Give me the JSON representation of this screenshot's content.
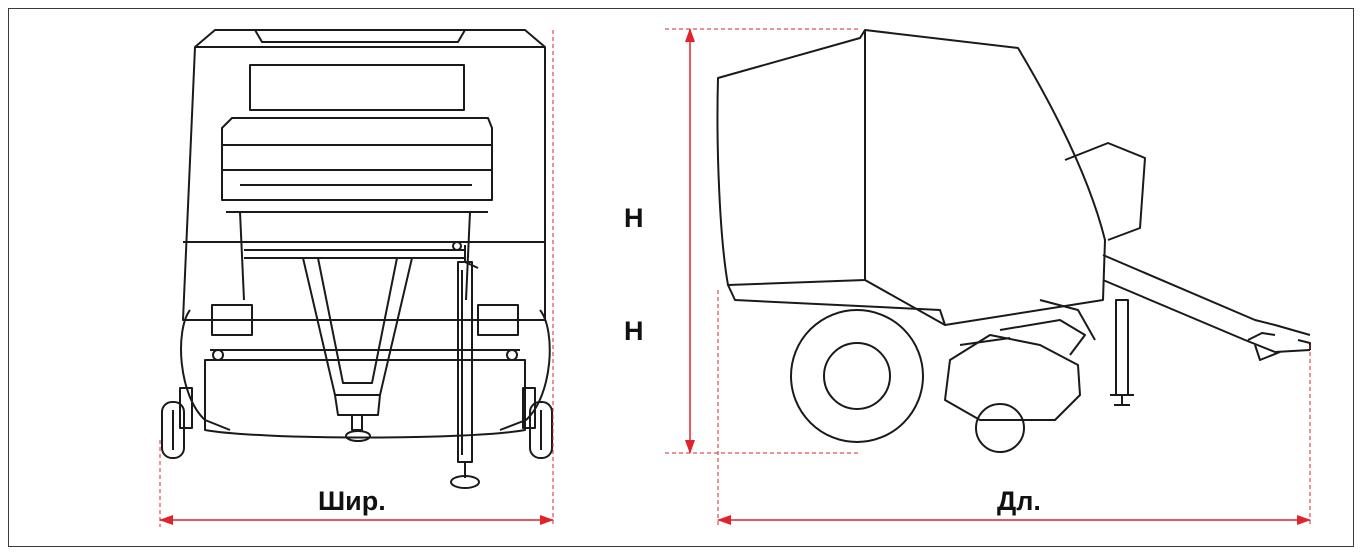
{
  "labels": {
    "width": "Шир.",
    "length": "Дл.",
    "height_upper": "H",
    "height_lower": "H"
  },
  "colors": {
    "dimension_line": "#e0242b",
    "drawing_line": "#1a1a1a",
    "frame": "#3a3a3a"
  }
}
